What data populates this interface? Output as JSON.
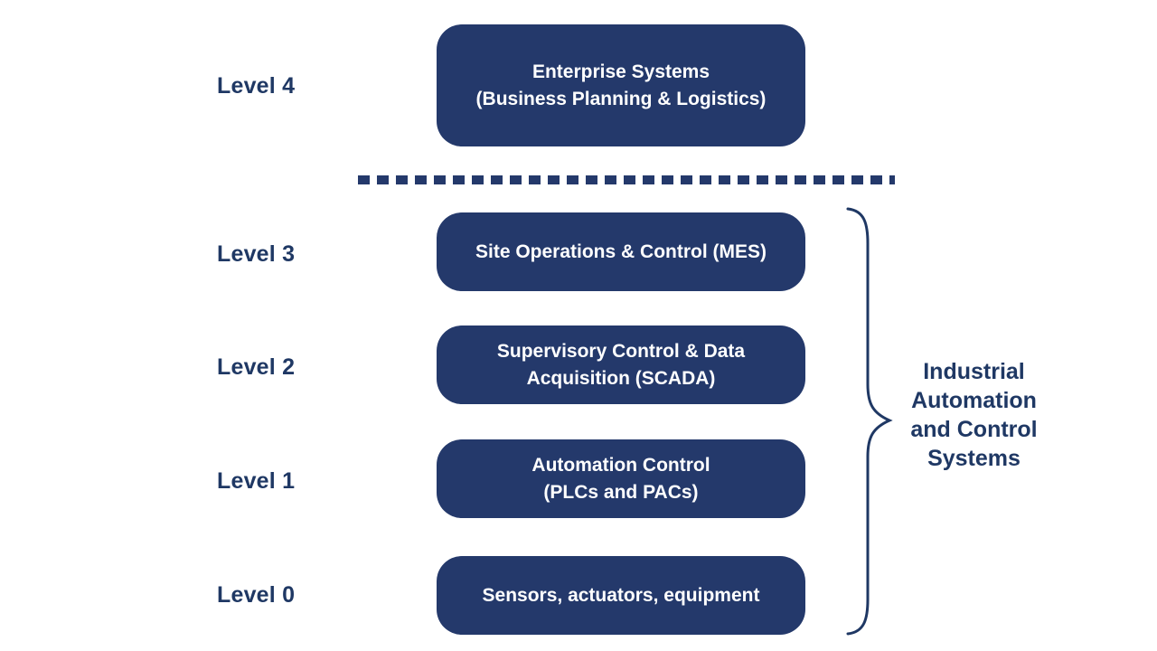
{
  "diagram": {
    "type": "layered-levels-diagram",
    "levels": [
      {
        "label": "Level 4",
        "text": "Enterprise Systems\n(Business Planning & Logistics)"
      },
      {
        "label": "Level 3",
        "text": "Site Operations & Control (MES)"
      },
      {
        "label": "Level 2",
        "text": "Supervisory Control & Data\nAcquisition (SCADA)"
      },
      {
        "label": "Level 1",
        "text": "Automation Control\n(PLCs and PACs)"
      },
      {
        "label": "Level 0",
        "text": "Sensors, actuators, equipment"
      }
    ],
    "separator": {
      "style": "dashed-line",
      "between": [
        "Level 4",
        "Level 3"
      ]
    },
    "brace": {
      "label": "Industrial\nAutomation\nand Control\nSystems",
      "spans_levels": [
        "Level 3",
        "Level 2",
        "Level 1",
        "Level 0"
      ]
    },
    "colors": {
      "box_fill": "#24396b",
      "box_text": "#ffffff",
      "label_text": "#1f3864",
      "dashed_line": "#24396b",
      "brace_stroke": "#1f3864",
      "background": "#ffffff"
    }
  }
}
